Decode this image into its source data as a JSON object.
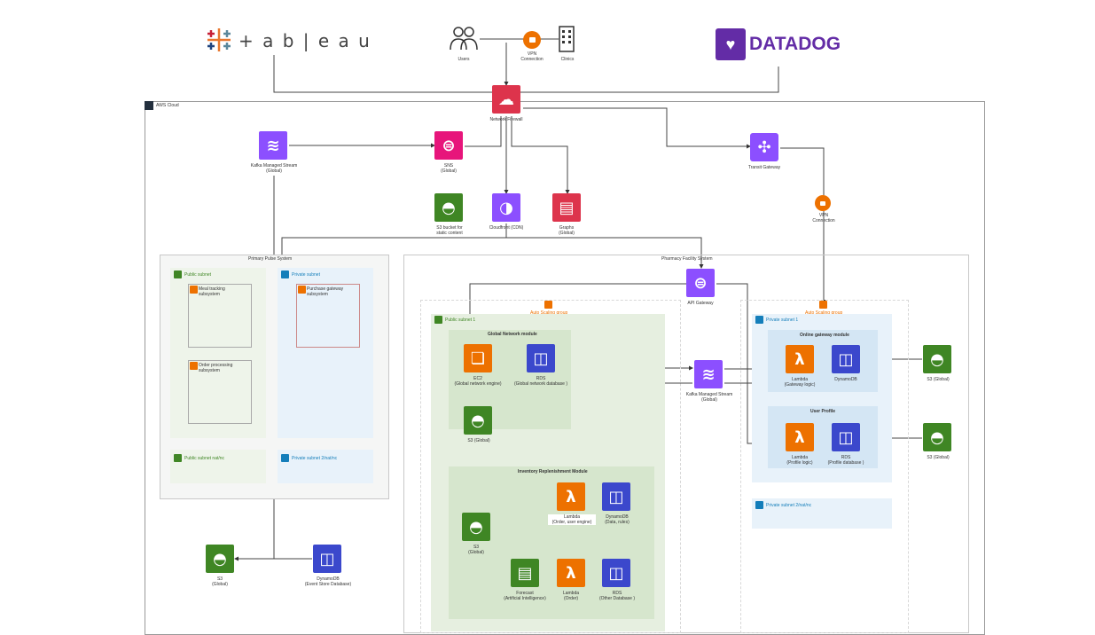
{
  "header": {
    "tableau_text": "+ a b | e a u",
    "datadog_text": "DATADOG",
    "users_label": "Users",
    "vpn_top_label": "VPN\nConnection",
    "clinics_label": "Clinics"
  },
  "aws": {
    "cloud_label": "AWS Cloud",
    "network_firewall": "Network Firewall",
    "kinesis_top": "Kafka Managed Stream\n(Global)",
    "sns": "SNS\n(Global)",
    "transit_gateway": "Transit Gateway",
    "vpn_right": "VPN\nConnection",
    "s3_static": "S3 bucket for\nstatic content",
    "cloudfront": "Cloudfront (CDN)",
    "waf": "Graphs\n(Global)"
  },
  "primary": {
    "title": "Primary Pulse System",
    "public_subnet": "Public subnet",
    "private_subnet": "Private subnet",
    "mod1": "Meal tracking\nsubsystem",
    "mod2": "Purchase gateway\nsubsystem",
    "mod3": "Order processing\nsubsystem",
    "nat1": "Public subnet nat/nc",
    "nat2": "Private subnet 2/nat/nc",
    "s3": "S3\n(Global)",
    "dynamo": "DynamoDB\n(Event Store Database)"
  },
  "pharmacy": {
    "title": "Pharmacy Facility System",
    "api_gateway": "API Gateway",
    "az1": "Auto Scaling group",
    "az2": "Auto Scaling group",
    "public_subnet": "Public subnet 1",
    "private_subnet": "Private subnet 1",
    "private_subnet_2": "Private subnet 2/nat/nc",
    "order_module": "Global Network module",
    "ec2": "EC2\n(Global network engine)",
    "rds1": "RDS\n(Global network database )",
    "s3_global": "S3 (Global)",
    "inventory_module": "Inventory Replenishment Module",
    "s3_inv": "S3\n(Global)",
    "lambda1": "Lambda\n(Order, user engine)",
    "dynamo1": "DynamoDB\n(Data, rules)",
    "forecast": "Forecast\n(Artificial Intelligence)",
    "lambda2": "Lambda\n(Order)",
    "rds2": "RDS\n(Other Database )",
    "kinesis": "Kafka Managed Stream\n(Global)",
    "gateway_module": "Online gateway module",
    "lambda3": "Lambda\n(Gateway logic)",
    "dynamo2": "DynamoDB",
    "s3_right1": "S3 (Global)",
    "user_profile": "User Profile",
    "lambda4": "Lambda\n(Profile logic)",
    "rds3": "RDS\n(Profile database )",
    "s3_right2": "S3 (Global)"
  }
}
